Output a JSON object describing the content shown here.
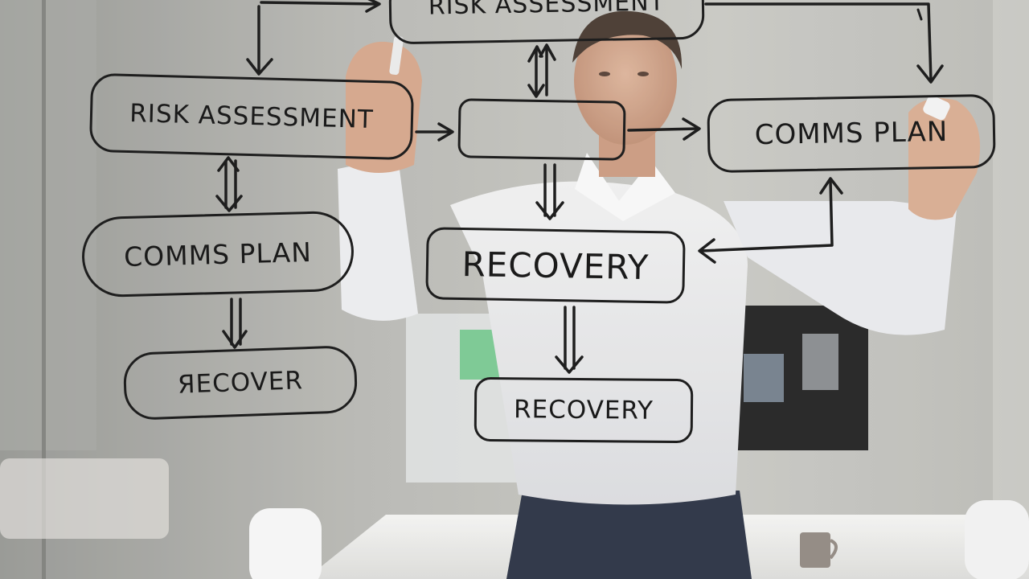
{
  "photo": {
    "subject": "man-writing-on-glass-board"
  },
  "flowchart": {
    "nodes": {
      "top": "RISK ASSESSMENT",
      "risk": "RISK ASSESSMENT",
      "empty": "",
      "comms_right": "COMMS PLAN",
      "comms_left": "COMMS PLAN",
      "recovery_center": "RECOVERY",
      "recover_left": "ЯECOVER",
      "recovery_bottom": "RECOVERY"
    }
  }
}
